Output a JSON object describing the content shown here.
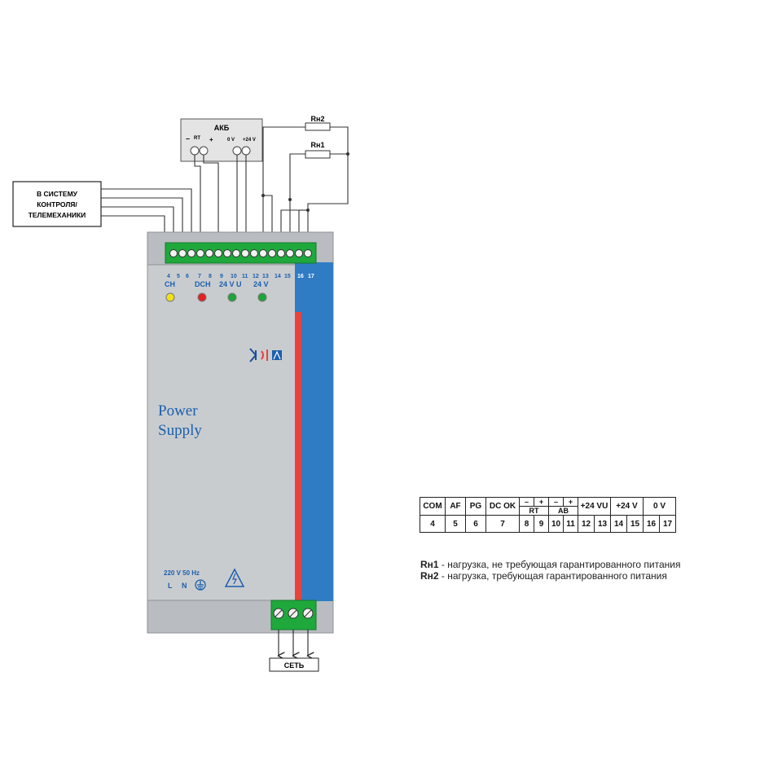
{
  "battery": {
    "title": "АКБ",
    "minus": "–",
    "rt": "RT",
    "plus": "+",
    "v0": "0 V",
    "v24": "+24 V"
  },
  "loads": {
    "rn1": "Rн1",
    "rn2": "Rн2"
  },
  "telemetry_box": {
    "line1": "В СИСТЕМУ",
    "line2": "КОНТРОЛЯ/",
    "line3": "ТЕЛЕМЕХАНИКИ"
  },
  "device": {
    "terminal_numbers": [
      "4",
      "5",
      "6",
      "7",
      "8",
      "9",
      "10",
      "11",
      "12",
      "13",
      "14",
      "15",
      "16",
      "17"
    ],
    "led_labels": {
      "ch": "CH",
      "dch": "DCH",
      "vu": "24 V U",
      "v24": "24 V"
    },
    "brand_line1": "Power",
    "brand_line2": "Supply",
    "mains_rating": "220 V  50 Hz",
    "mains_l": "L",
    "mains_n": "N",
    "led_colors": {
      "ch": "#f2e01a",
      "dch": "#e32222",
      "vu": "#1ea53a",
      "v24": "#1ea53a"
    },
    "accent_blue": "#2f7cc4",
    "accent_red": "#e8423a",
    "terminal_green": "#1fa83c"
  },
  "mains_box": {
    "label": "СЕТЬ"
  },
  "terminal_table": {
    "headers": {
      "com": "COM",
      "af": "AF",
      "pg": "PG",
      "dcok": "DC OK",
      "rt_minus": "–",
      "rt_plus": "+",
      "rt": "RT",
      "ab_minus": "–",
      "ab_plus": "+",
      "ab": "AB",
      "vu": "+24 VU",
      "v24": "+24 V",
      "v0": "0 V"
    },
    "numbers": [
      "4",
      "5",
      "6",
      "7",
      "8",
      "9",
      "10",
      "11",
      "12",
      "13",
      "14",
      "15",
      "16",
      "17"
    ]
  },
  "legend": {
    "rn1_name": "Rн1",
    "rn1_text": " - нагрузка, не требующая гарантированного питания",
    "rn2_name": "Rн2",
    "rn2_text": " - нагрузка, требующая гарантированного питания"
  }
}
